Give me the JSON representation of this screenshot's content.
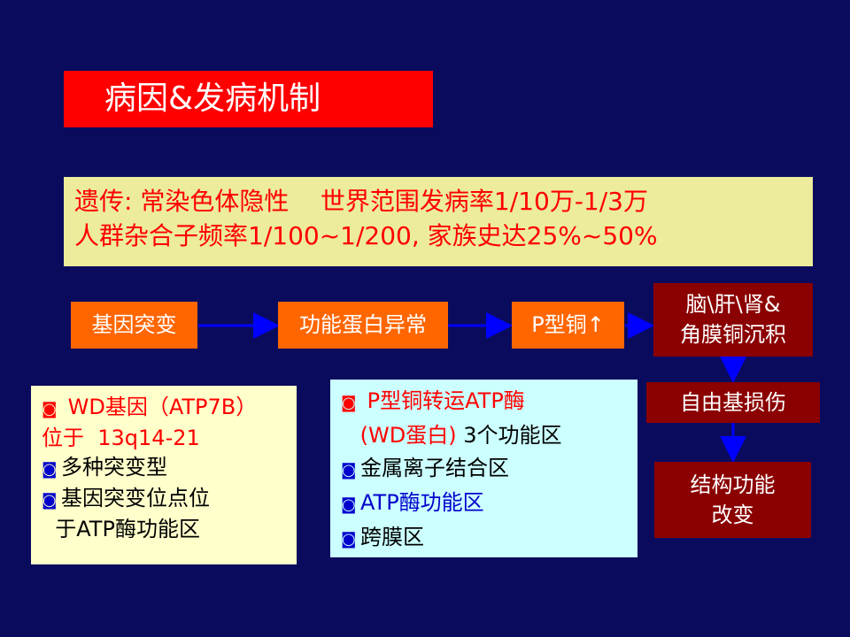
{
  "title": "病因&发病机制",
  "genetics": {
    "line1": "遗传: 常染色体隐性    世界范围发病率1/10万-1/3万",
    "line2": "人群杂合子频率1/100~1/200, 家族史达25%~50%"
  },
  "flow": {
    "step1": "基因突变",
    "step2": "功能蛋白异常",
    "step3": "P型铜↑",
    "step4_line1": "脑\\肝\\肾&",
    "step4_line2": "角膜铜沉积",
    "step5": "自由基损伤",
    "step6_line1": "结构功能",
    "step6_line2": "改变"
  },
  "gene_box": {
    "bullet": "◙",
    "line1": " WD基因（ATP7B）",
    "line2": "位于  13q14-21",
    "item1": "多种突变型",
    "item2_line1": "基因突变位点位",
    "item2_line2": "  于ATP酶功能区"
  },
  "protein_box": {
    "bullet": "◙",
    "line1": " P型铜转运ATP酶",
    "line2a": " (WD蛋白)",
    "line2b": " 3个功能区",
    "item1": "金属离子结合区",
    "item2": "ATP酶功能区",
    "item3": "跨膜区"
  },
  "colors": {
    "background": "#0b0b5e",
    "title_bg": "#ff0000",
    "arrow": "#0000ff"
  }
}
